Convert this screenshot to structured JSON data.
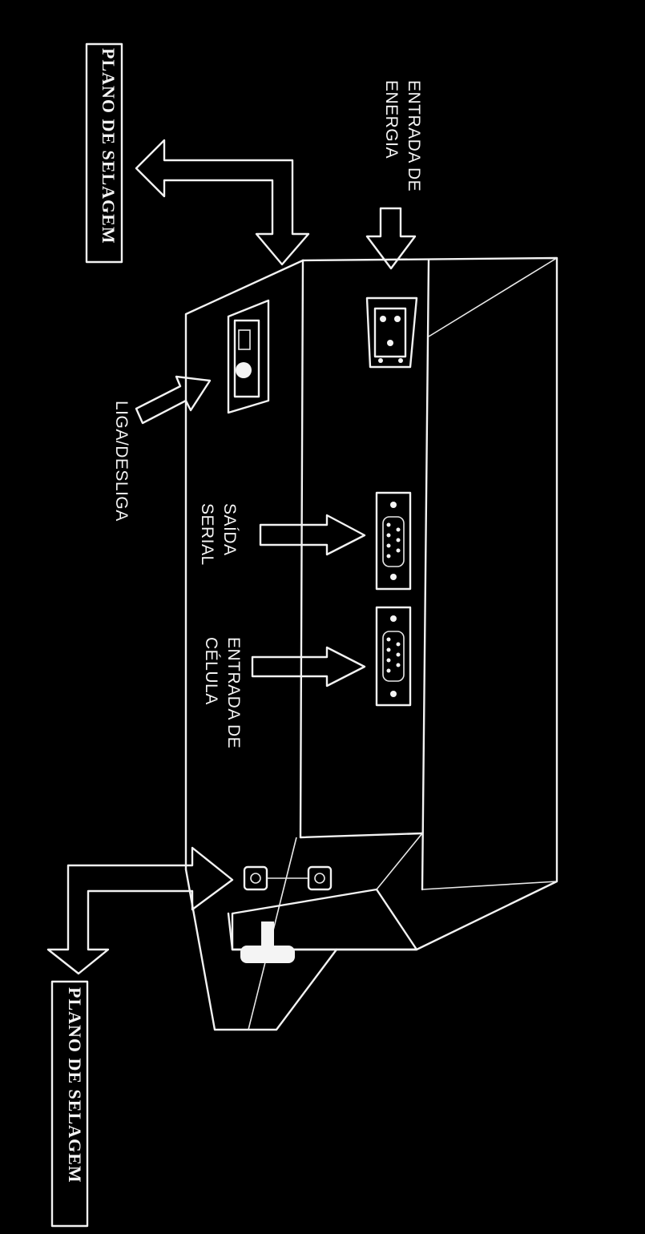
{
  "labels": {
    "plano_top": "PLANO DE SELAGEM",
    "plano_bottom": "PLANO DE SELAGEM",
    "entrada_energia_1": "ENTRADA DE",
    "entrada_energia_2": "ENERGIA",
    "liga_desliga": "LIGA/DESLIGA",
    "saida_serial_1": "SAÍDA",
    "saida_serial_2": "SERIAL",
    "entrada_celula_1": "ENTRADA DE",
    "entrada_celula_2": "CÉLULA"
  },
  "colors": {
    "background": "#000000",
    "line": "#f2f2f2"
  }
}
